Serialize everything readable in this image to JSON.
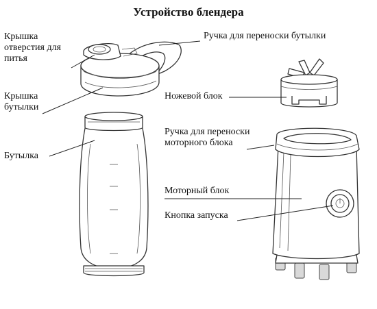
{
  "title": "Устройство блендера",
  "labels": {
    "drink_lid": [
      "Крышка",
      "отверстия для",
      "питья"
    ],
    "bottle_lid": [
      "Крышка",
      "бутылки"
    ],
    "bottle": "Бутылка",
    "bottle_handle": "Ручка для переноски бутылки",
    "blade_unit": "Ножевой блок",
    "motor_handle": [
      "Ручка для переноски",
      "моторного блока"
    ],
    "motor_unit": "Моторный блок",
    "start_button": "Кнопка запуска"
  }
}
